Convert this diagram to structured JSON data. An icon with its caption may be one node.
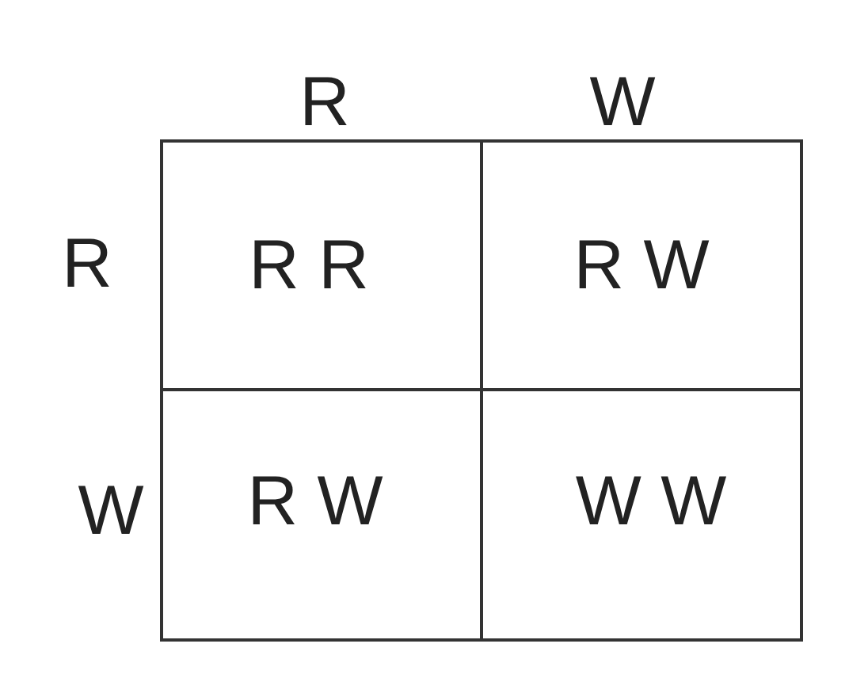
{
  "diagram": {
    "labels": [
      "R",
      "W",
      "R",
      "R R",
      "R W",
      "W",
      "R W",
      "W W"
    ]
  }
}
